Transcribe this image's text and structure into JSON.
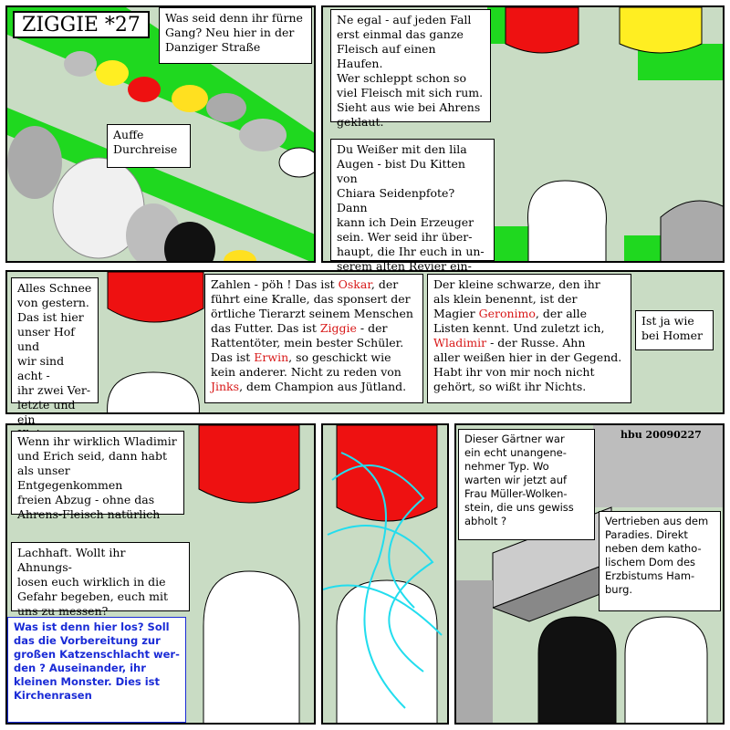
{
  "title": "ZIGGIE *27",
  "signature": "hbu 20090227",
  "panel1": {
    "speech_top": "Was seid denn ihr fürne\nGang? Neu hier in der\nDanziger Straße",
    "speech_mid": "Auffe\nDurchreise"
  },
  "panel2": {
    "speech_top": "Ne egal - auf jeden Fall\nerst einmal das ganze\nFleisch auf einen Haufen.\nWer schleppt schon so\nviel Fleisch mit sich rum.\nSieht aus wie bei Ahrens\ngeklaut.",
    "speech_bottom": "Du Weißer mit den lila\nAugen - bist Du Kitten von\nChiara Seidenpfote? Dann\nkann ich Dein Erzeuger\nsein. Wer seid ihr über-\nhaupt, die Ihr euch in un-\nserem alten Revier ein-\ngenistet habt."
  },
  "panel3": {
    "speech_left": "Alles Schnee\nvon gestern.\nDas ist hier\nunser Hof und\nwir sind acht -\nihr zwei Ver-\nletzte und ein\nKleiner",
    "speech_center_a": "Zahlen - pöh ! Das ist ",
    "name_oskar": "Oskar",
    "speech_center_b": ", der\nführt eine Kralle, das sponsert der\nörtliche Tierarzt seinem Menschen\ndas Futter. Das ist ",
    "name_ziggie": "Ziggie",
    "speech_center_c": " - der\nRattentöter, mein bester Schüler.\nDas ist ",
    "name_erwin": "Erwin",
    "speech_center_d": ", so geschickt wie\nkein anderer. Nicht zu reden von\n",
    "name_jinks": "Jinks",
    "speech_center_e": ", dem Champion aus Jütland.",
    "speech_right_a": "Der kleine schwarze, den ihr\nals klein benennt, ist der\nMagier ",
    "name_geronimo": "Geronimo",
    "speech_right_b": ", der alle\nListen kennt. Und zuletzt ich,\n",
    "name_wladimir": "Wladimir",
    "speech_right_c": " - der Russe. Ahn\naller weißen hier in der Gegend.\nHabt ihr von mir noch nicht\ngehört, so wißt ihr Nichts.",
    "speech_far_right": "Ist ja wie\nbei Homer"
  },
  "panel4": {
    "speech_top": "Wenn ihr wirklich Wladimir\nund Erich seid, dann habt\nals unser Entgegenkommen\nfreien Abzug - ohne das\nAhrens-Fleisch natürlich",
    "speech_mid": "Lachhaft. Wollt ihr Ahnungs-\nlosen euch wirklich in die\nGefahr begeben, euch mit\nuns zu messen?",
    "speech_blue": "Was ist denn hier los? Soll\ndas die Vorbereitung zur\ngroßen Katzenschlacht wer-\nden ? Auseinander, ihr\nkleinen Monster. Dies ist\nKirchenrasen"
  },
  "panel6": {
    "speech_top": "Dieser Gärtner war\nein echt unangene-\nnehmer Typ. Wo\nwarten wir jetzt auf\nFrau Müller-Wolken-\nstein, die uns gewiss\nabholt ?",
    "speech_right": "Vertrieben aus dem\nParadies. Direkt\nneben dem katho-\nlischem Dom des\nErzbistums Ham-\nburg."
  }
}
